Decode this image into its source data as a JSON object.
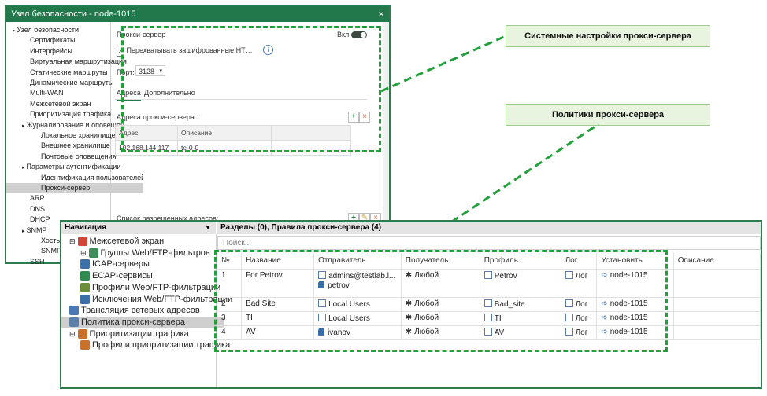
{
  "win1": {
    "title": "Узел безопасности - node-1015",
    "close": "×",
    "tree": [
      "Узел безопасности",
      "Сертификаты",
      "Интерфейсы",
      "Виртуальная маршрутизация",
      "Статические маршруты",
      "Динамические маршруты",
      "Multi-WAN",
      "Межсетевой экран",
      "Приоритизация трафика",
      "Журналирование и оповещения",
      "Локальное хранилище",
      "Внешнее хранилище",
      "Почтовые оповещения",
      "Параметры аутентификации",
      "Идентификация пользователей",
      "Прокси-сервер",
      "ARP",
      "DNS",
      "DHCP",
      "SNMP",
      "Хосты",
      "SNMP",
      "SSH"
    ],
    "proxy_label": "Прокси-сервер",
    "enabled_label": "Вкл.",
    "intercept_label": "Перехватывать зашифрованные HTTPS-соединения",
    "port_label": "Порт:",
    "port_value": "3128",
    "tabs": [
      "Адреса",
      "Дополнительно"
    ],
    "addr_label": "Адреса прокси-сервера:",
    "addr_cols": [
      "Адрес",
      "Описание"
    ],
    "addr_rows": [
      [
        "192.168.144.117",
        "te-0-0"
      ]
    ],
    "allowed_label": "Список разрешенных адресов:"
  },
  "callouts": {
    "system": "Системные настройки прокси-сервера",
    "policies": "Политики прокси-сервера"
  },
  "win2": {
    "nav_title": "Навигация",
    "nav": [
      {
        "label": "Межсетевой экран",
        "icon": "firewall-icon"
      },
      {
        "label": "Группы Web/FTP-фильтров",
        "icon": "filter-icon"
      },
      {
        "label": "ICAP-серверы",
        "icon": "icap-icon"
      },
      {
        "label": "ECAP-сервисы",
        "icon": "ecap-icon"
      },
      {
        "label": "Профили Web/FTP-фильтрации",
        "icon": "profile-icon"
      },
      {
        "label": "Исключения Web/FTP-фильтрации",
        "icon": "lock-icon"
      },
      {
        "label": "Трансляция сетевых адресов",
        "icon": "nat-icon"
      },
      {
        "label": "Политика прокси-сервера",
        "icon": "proxy-icon"
      },
      {
        "label": "Приоритизации трафика",
        "icon": "gauge-icon"
      },
      {
        "label": "Профили приоритизации трафика",
        "icon": "gauge-icon"
      }
    ],
    "main_title": "Разделы (0), Правила прокси-сервера (4)",
    "search_placeholder": "Поиск...",
    "columns": [
      "№",
      "Название",
      "Отправитель",
      "Получатель",
      "Профиль",
      "Лог",
      "Установить",
      "Описание"
    ],
    "rows": [
      {
        "num": "1",
        "name": "For Petrov",
        "senders": [
          "admins@testlab.l...",
          "petrov"
        ],
        "receiver": "Любой",
        "profile": "Petrov",
        "log": "Лог",
        "install": "node-1015"
      },
      {
        "num": "2",
        "name": "Bad Site",
        "senders": [
          "Local Users"
        ],
        "receiver": "Любой",
        "profile": "Bad_site",
        "log": "Лог",
        "install": "node-1015"
      },
      {
        "num": "3",
        "name": "TI",
        "senders": [
          "Local Users"
        ],
        "receiver": "Любой",
        "profile": "TI",
        "log": "Лог",
        "install": "node-1015"
      },
      {
        "num": "4",
        "name": "AV",
        "senders": [
          "ivanov"
        ],
        "receiver": "Любой",
        "profile": "AV",
        "log": "Лог",
        "install": "node-1015"
      }
    ]
  },
  "colors": {
    "accent": "#22784a",
    "dash": "#22a13a",
    "callout_bg": "#e8f3e0"
  }
}
